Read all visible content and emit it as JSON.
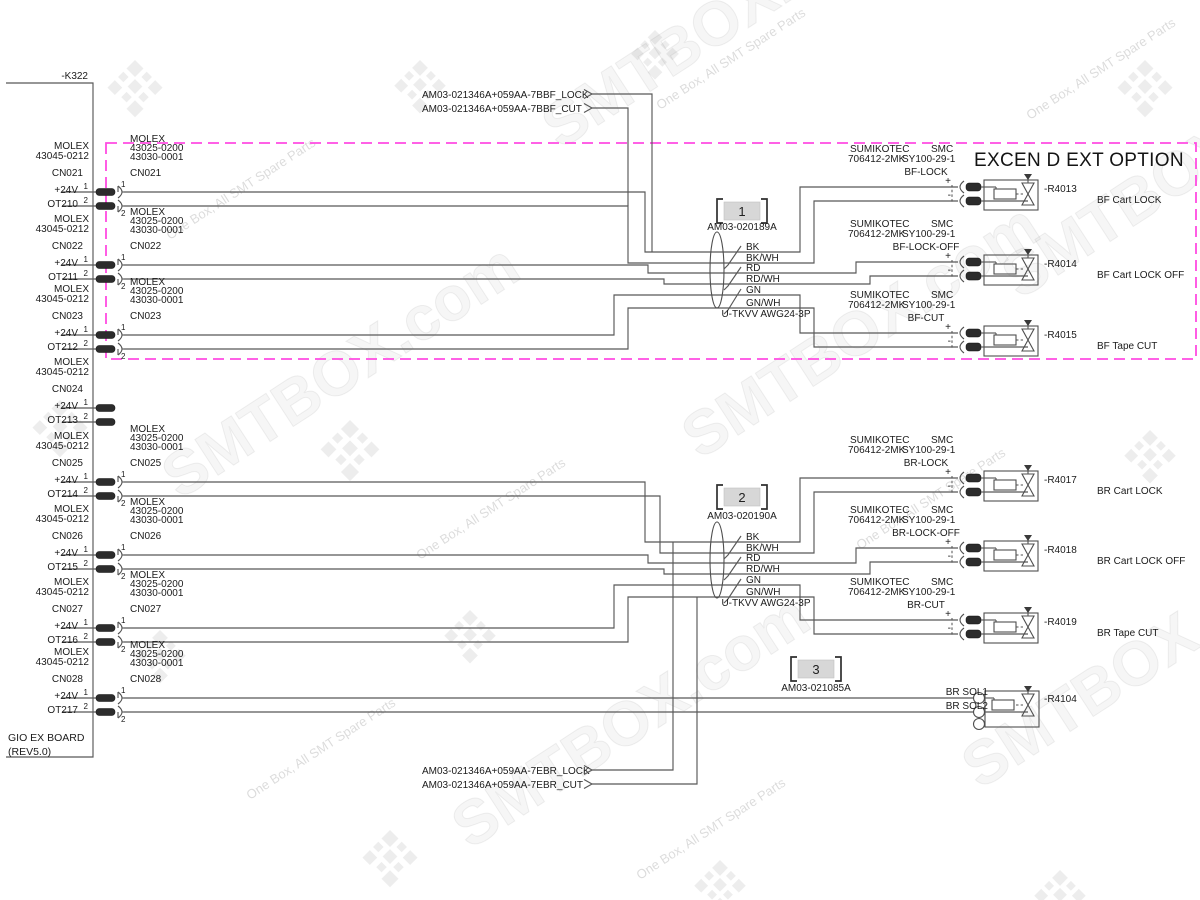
{
  "title": "EXCEN D EXT OPTION",
  "board": {
    "ref": "-K322",
    "name": "GIO EX BOARD",
    "rev": "(REV5.0)"
  },
  "left_connector": {
    "make": "MOLEX",
    "part": "43045-0212"
  },
  "right_connector": {
    "make": "MOLEX",
    "part_a": "43025-0200",
    "part_b": "43030-0001"
  },
  "pin": {
    "n1": "1",
    "n2": "2",
    "power": "+24V",
    "plus": "+",
    "minus": "-"
  },
  "groups": [
    {
      "cn": "CN021",
      "out": "OT210"
    },
    {
      "cn": "CN022",
      "out": "OT211"
    },
    {
      "cn": "CN023",
      "out": "OT212"
    },
    {
      "cn": "CN024",
      "out": "OT213"
    },
    {
      "cn": "CN025",
      "out": "OT214"
    },
    {
      "cn": "CN026",
      "out": "OT215"
    },
    {
      "cn": "CN027",
      "out": "OT216"
    },
    {
      "cn": "CN028",
      "out": "OT217"
    }
  ],
  "taps": {
    "top": [
      {
        "harness": "AM03-021346A+059AA-7B",
        "signal": "BF_LOCK"
      },
      {
        "harness": "AM03-021346A+059AA-7B",
        "signal": "BF_CUT"
      }
    ],
    "bottom": [
      {
        "harness": "AM03-021346A+059AA-7E",
        "signal": "BR_LOCK"
      },
      {
        "harness": "AM03-021346A+059AA-7E",
        "signal": "BR_CUT"
      }
    ]
  },
  "cables": [
    {
      "num": "1",
      "part": "AM03-020189A",
      "spec": "U-TKVV AWG24-3P",
      "wires": [
        "BK",
        "BK/WH",
        "RD",
        "RD/WH",
        "GN",
        "GN/WH"
      ]
    },
    {
      "num": "2",
      "part": "AM03-020190A",
      "spec": "U-TKVV AWG24-3P",
      "wires": [
        "BK",
        "BK/WH",
        "RD",
        "RD/WH",
        "GN",
        "GN/WH"
      ]
    },
    {
      "num": "3",
      "part": "AM03-021085A"
    }
  ],
  "valves": [
    {
      "maker": "SUMIKOTEC",
      "maker_part": "706412-2MK",
      "brand": "SMC",
      "brand_part": "SY100-29-1",
      "coil": "BF-LOCK",
      "ref": "-R4013",
      "desc": "BF Cart LOCK"
    },
    {
      "maker": "SUMIKOTEC",
      "maker_part": "706412-2MK",
      "brand": "SMC",
      "brand_part": "SY100-29-1",
      "coil": "BF-LOCK-OFF",
      "ref": "-R4014",
      "desc": "BF Cart LOCK OFF"
    },
    {
      "maker": "SUMIKOTEC",
      "maker_part": "706412-2MK",
      "brand": "SMC",
      "brand_part": "SY100-29-1",
      "coil": "BF-CUT",
      "ref": "-R4015",
      "desc": "BF Tape CUT"
    },
    {
      "maker": "SUMIKOTEC",
      "maker_part": "706412-2MK",
      "brand": "SMC",
      "brand_part": "SY100-29-1",
      "coil": "BR-LOCK",
      "ref": "-R4017",
      "desc": "BR Cart LOCK"
    },
    {
      "maker": "SUMIKOTEC",
      "maker_part": "706412-2MK",
      "brand": "SMC",
      "brand_part": "SY100-29-1",
      "coil": "BR-LOCK-OFF",
      "ref": "-R4018",
      "desc": "BR Cart LOCK OFF"
    },
    {
      "maker": "SUMIKOTEC",
      "maker_part": "706412-2MK",
      "brand": "SMC",
      "brand_part": "SY100-29-1",
      "coil": "BR-CUT",
      "ref": "-R4019",
      "desc": "BR Tape CUT"
    }
  ],
  "sol_valve": {
    "ref": "-R4104",
    "wire1": "BR SOL1",
    "wire2": "BR SOL2"
  },
  "watermark": {
    "brand": "SMTBOX.com",
    "tagline": "One Box, All SMT Spare Parts"
  },
  "colors": {
    "highlight": "#ff4be2",
    "wire": "#585858"
  }
}
